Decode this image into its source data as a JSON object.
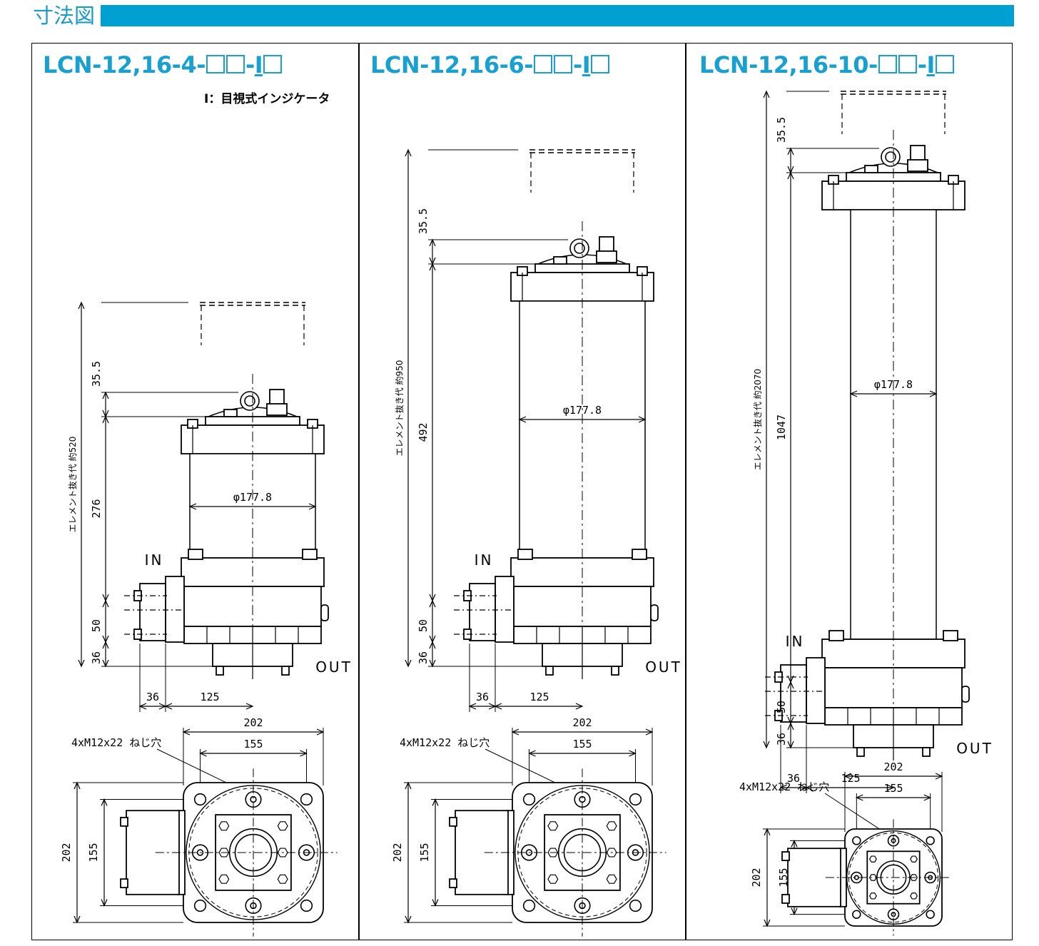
{
  "header": {
    "title": "寸法図",
    "bar_color": "#00a0d2"
  },
  "note": "I：目視式インジケータ",
  "panels": [
    {
      "model_prefix": "LCN-12,16-4-",
      "model_suffix": "-",
      "model_marker": "I",
      "dims": {
        "extract": "エレメント抜き代  約520",
        "top": "35.5",
        "body": "276",
        "inlet": "50",
        "base": "36",
        "off1": "36",
        "off2": "125",
        "dia": "φ177.8",
        "bolt": "4xM12x22  ねじ穴",
        "w1": "202",
        "w2": "155",
        "h1": "202",
        "h2": "155"
      },
      "in_label": "IN",
      "out_label": "OUT"
    },
    {
      "model_prefix": "LCN-12,16-6-",
      "model_suffix": "-",
      "model_marker": "I",
      "dims": {
        "extract": "エレメント抜き代  約950",
        "top": "35.5",
        "body": "492",
        "inlet": "50",
        "base": "36",
        "off1": "36",
        "off2": "125",
        "dia": "φ177.8",
        "bolt": "4xM12x22  ねじ穴",
        "w1": "202",
        "w2": "155",
        "h1": "202",
        "h2": "155"
      },
      "in_label": "IN",
      "out_label": "OUT"
    },
    {
      "model_prefix": "LCN-12,16-10-",
      "model_suffix": "-",
      "model_marker": "I",
      "dims": {
        "extract": "エレメント抜き代  約2070",
        "top": "35.5",
        "body": "1047",
        "inlet": "50",
        "base": "36",
        "off1": "36",
        "off2": "125",
        "dia": "φ177.8",
        "bolt": "4xM12x22  ねじ穴",
        "w1": "202",
        "w2": "155",
        "h1": "202",
        "h2": "155"
      },
      "in_label": "IN",
      "out_label": "OUT"
    }
  ]
}
